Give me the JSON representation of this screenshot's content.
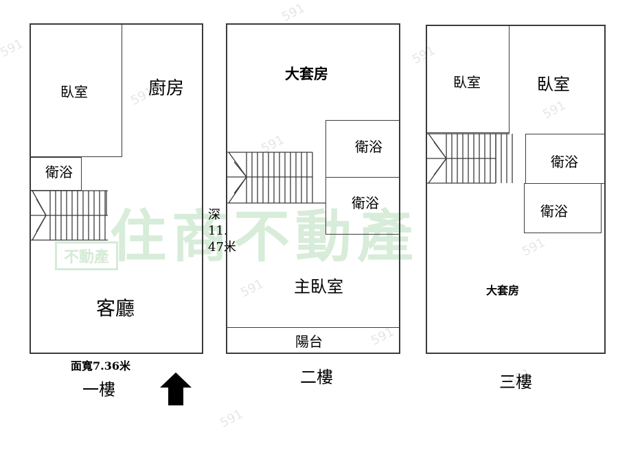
{
  "watermark": {
    "brand": "591",
    "company_large": "住商不動產",
    "company_small": "不動產"
  },
  "floor1": {
    "caption": "一樓",
    "width_label": "面寬7.36米",
    "rooms": {
      "bedroom": "臥室",
      "kitchen": "廚房",
      "bathroom": "衛浴",
      "living": "客廳"
    }
  },
  "depth_label": {
    "line1": "深",
    "line2": "11.",
    "line3": "47米"
  },
  "floor2": {
    "caption": "二樓",
    "rooms": {
      "master_suite": "大套房",
      "bathroom_a": "衛浴",
      "bathroom_b": "衛浴",
      "main_bedroom": "主臥室",
      "balcony": "陽台"
    }
  },
  "floor3": {
    "caption": "三樓",
    "rooms": {
      "bedroom_a": "臥室",
      "bedroom_b": "臥室",
      "bathroom_a": "衛浴",
      "bathroom_b": "衛浴",
      "suite": "大套房"
    }
  },
  "colors": {
    "wall": "#3a3a3a",
    "watermark_green": "#d7ecd9",
    "watermark_gray": "#e6e6e6",
    "arrow": "#000000"
  },
  "icons": {
    "entrance": "up-arrow-icon",
    "stairs": "staircase-icon"
  }
}
